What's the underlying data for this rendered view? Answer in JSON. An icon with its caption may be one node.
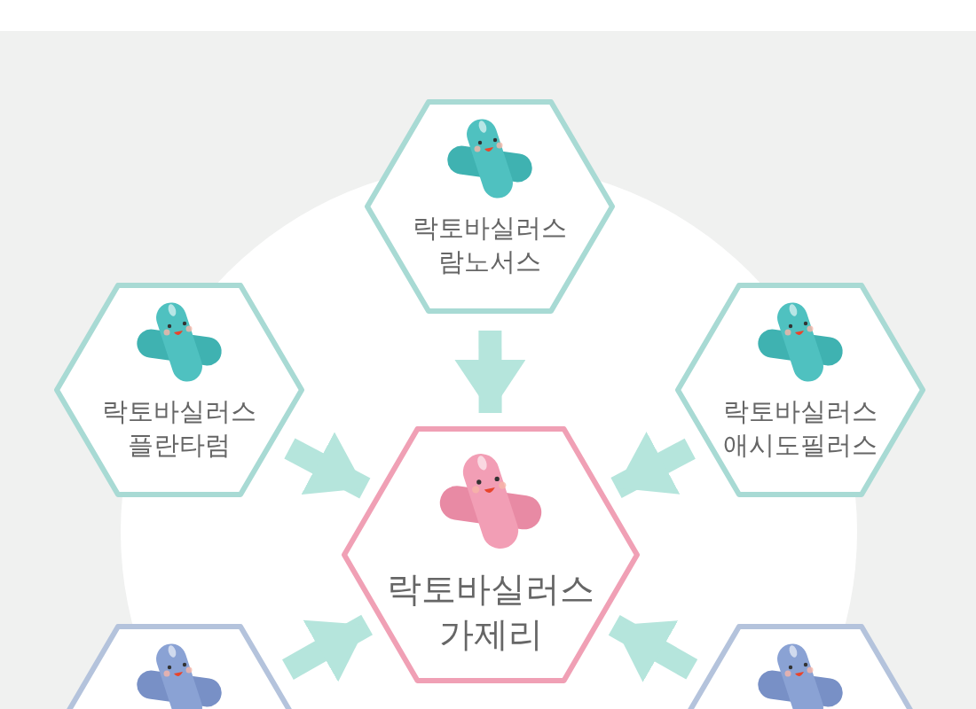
{
  "diagram": {
    "nodes": [
      {
        "text": [
          "락토바실러스 람노서스"
        ]
      },
      {
        "text": [
          "락토바실러스 플란타럼"
        ]
      },
      {
        "text": [
          "락토바실러스 애시도필러스"
        ]
      },
      {
        "text": [
          "락토바실러스 가제리"
        ]
      },
      {
        "text": [],
        "shape": "hexagon"
      },
      {
        "text": [],
        "shape": "hexagon"
      }
    ],
    "edges": [
      {
        "from": 0,
        "to": 3,
        "arrow": "to"
      },
      {
        "from": 1,
        "to": 3,
        "arrow": "to"
      },
      {
        "from": 2,
        "to": 3,
        "arrow": "to"
      },
      {
        "from": 4,
        "to": 3,
        "arrow": "to"
      },
      {
        "from": 5,
        "to": 3,
        "arrow": "to"
      }
    ]
  }
}
